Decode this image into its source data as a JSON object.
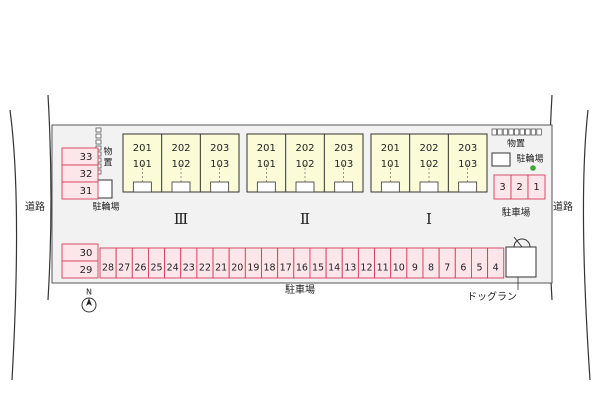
{
  "road_label": "道路",
  "parking_label": "駐車場",
  "bike_label": "駐輪場",
  "storage_label": "物置",
  "storage_vertical": [
    "物",
    "置"
  ],
  "dog_run_label": "ドッグラン",
  "north_label": "N",
  "buildings": [
    {
      "numeral": "Ⅲ",
      "units_upper": [
        "201",
        "202",
        "203"
      ],
      "units_lower": [
        "101",
        "102",
        "103"
      ]
    },
    {
      "numeral": "Ⅱ",
      "units_upper": [
        "201",
        "202",
        "203"
      ],
      "units_lower": [
        "101",
        "102",
        "103"
      ]
    },
    {
      "numeral": "Ⅰ",
      "units_upper": [
        "201",
        "202",
        "203"
      ],
      "units_lower": [
        "101",
        "102",
        "103"
      ]
    }
  ],
  "parking_left_stack": [
    "33",
    "32",
    "31"
  ],
  "parking_left_bottom": [
    "30",
    "29"
  ],
  "parking_bottom_row": [
    "28",
    "27",
    "26",
    "25",
    "24",
    "23",
    "22",
    "21",
    "20",
    "19",
    "18",
    "17",
    "16",
    "15",
    "14",
    "13",
    "12",
    "11",
    "10",
    "9",
    "8",
    "7",
    "6",
    "5",
    "4"
  ],
  "parking_right_row": [
    "3",
    "2",
    "1"
  ],
  "colors": {
    "building_fill": "#fbfbd8",
    "building_stroke": "#333333",
    "parking_fill": "#fde6ea",
    "parking_stroke": "#d23c5a",
    "ground": "#f2f2f2",
    "road_line": "#333333",
    "bike_dot": "#3aaa35"
  }
}
